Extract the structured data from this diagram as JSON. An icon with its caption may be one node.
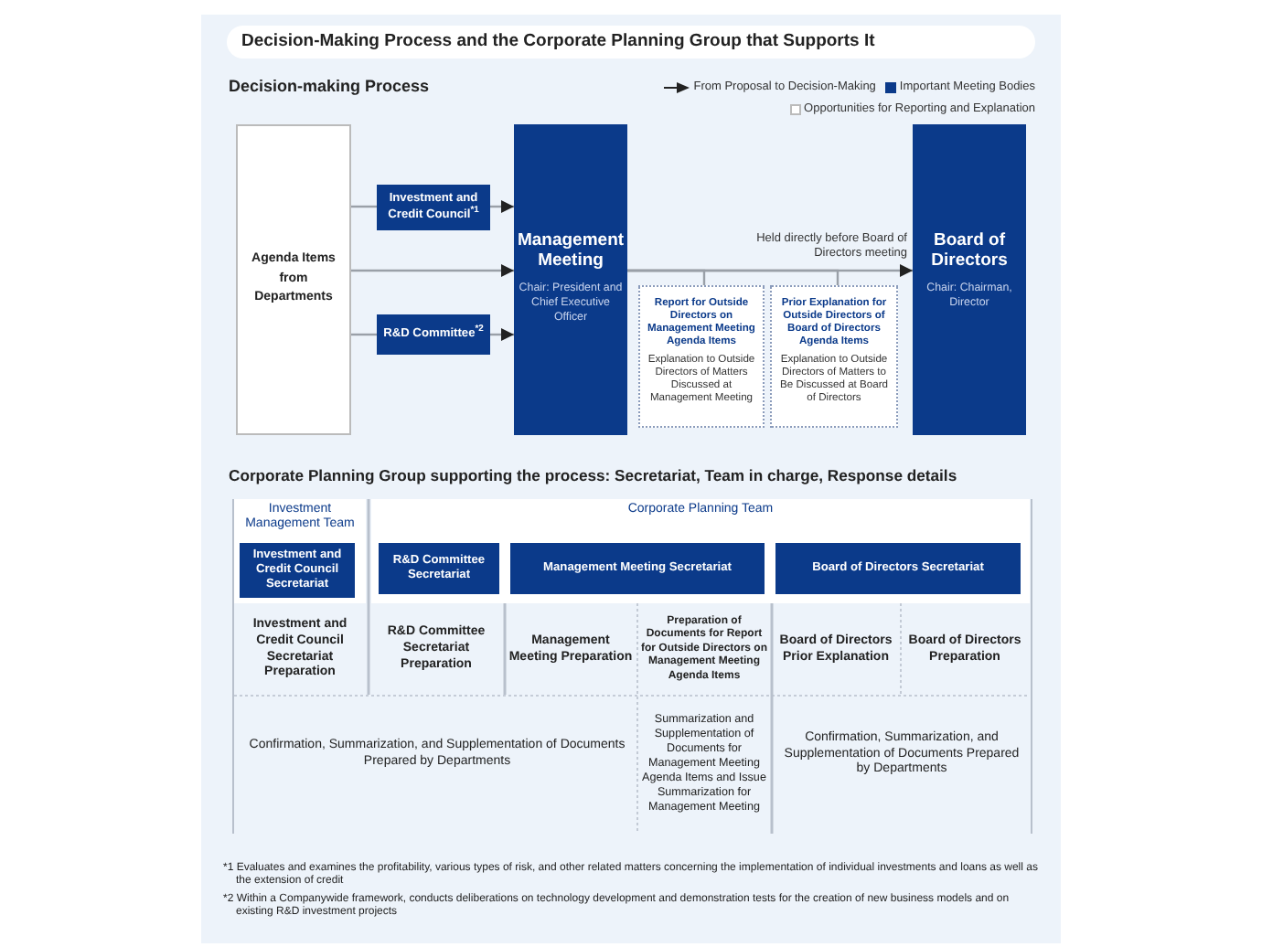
{
  "diagram": {
    "title": "Decision-Making Process and the Corporate Planning Group that Supports It",
    "nodes": [
      {
        "text": [
          "Agenda Items from Departments"
        ]
      },
      {
        "text": [
          "Investment and Credit Council$^{*1}$"
        ]
      },
      {
        "text": [
          "R&D Committee$^{*2}$"
        ]
      },
      {
        "text": [
          "Management Meeting",
          "Chair: President and Chief Executive Officer"
        ]
      },
      {
        "text": [
          "Board of Directors",
          "Chair: Chairman, Director"
        ]
      },
      {
        "text": [
          "Report for Outside Directors on Management Meeting Agenda Items",
          "Explanation to Outside Directors of Matters Discussed at Management Meeting"
        ]
      },
      {
        "text": [
          "Prior Explanation for Outside Directors of Board of Directors Agenda Items",
          "Explanation to Outside Directors of Matters to Be Discussed at Board of Directors"
        ]
      },
      {
        "text": [
          "Investment Management Team"
        ]
      },
      {
        "text": [
          "Investment and Credit Council Secretariat"
        ],
        "in": 7
      },
      {
        "text": [
          "Corporate Planning Team"
        ]
      },
      {
        "text": [
          "R&D Committee Secretariat"
        ],
        "in": 9
      },
      {
        "text": [
          "Management Meeting Secretariat"
        ],
        "in": 9
      },
      {
        "text": [
          "Board of Directors Secretariat"
        ],
        "in": 9
      }
    ],
    "edges": [
      {
        "from": 0,
        "to": 1,
        "arrow": "none"
      },
      {
        "from": 1,
        "to": 3,
        "arrow": "to"
      },
      {
        "from": 0,
        "to": 3,
        "arrow": "to"
      },
      {
        "from": 0,
        "to": 2,
        "arrow": "none"
      },
      {
        "from": 2,
        "to": 3,
        "arrow": "to"
      },
      {
        "from": 3,
        "to": 4,
        "arrow": "to",
        "label": "Held directly before Board of Directors meeting"
      },
      {
        "from": 3,
        "to": 5,
        "arrow": "none"
      },
      {
        "from": 3,
        "to": 6,
        "arrow": "none"
      }
    ],
    "labels": [
      "Decision-making Process",
      "Corporate Planning Group supporting the process: Secretariat, Team in charge, Response details",
      "Investment and Credit Council Secretariat Preparation",
      "R&D Committee Secretariat Preparation",
      "Management Meeting Preparation",
      "Preparation of Documents for Report for Outside Directors on Management Meeting Agenda Items",
      "Board of Directors Prior Explanation",
      "Board of Directors Preparation",
      "Confirmation, Summarization, and Supplementation of Documents Prepared by Departments",
      "Summarization and Supplementation of Documents for Management Meeting Agenda Items and Issue Summarization for Management Meeting",
      "Confirmation, Summarization, and Supplementation of Documents Prepared by Departments",
      "*1 Evaluates and examines the profitability, various types of risk, and other related matters concerning the implementation of individual investments and loans as well as the extension of credit",
      "*2 Within a Companywide framework, conducts deliberations on technology development and demonstration tests for the creation of new business models and on existing R&D investment projects"
    ],
    "legend": [
      {
        "text": "From Proposal to Decision-Making"
      },
      {
        "text": "Important Meeting Bodies",
        "color": "#0b3a8a"
      },
      {
        "text": "Opportunities for Reporting and Explanation",
        "color": "#ffffff"
      }
    ]
  }
}
